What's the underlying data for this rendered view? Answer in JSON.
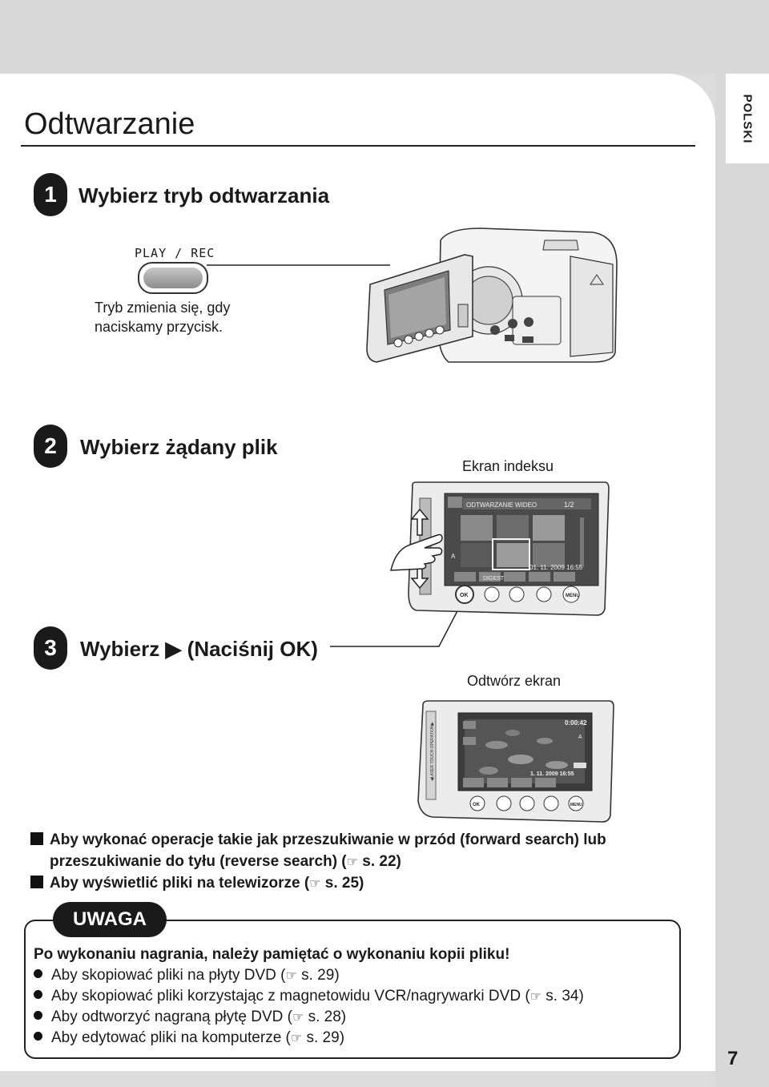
{
  "header": {
    "language_tab": "POLSKI",
    "page_number": "7"
  },
  "title": "Odtwarzanie",
  "step1": {
    "number": "1",
    "heading": "Wybierz tryb odtwarzania",
    "button_label": "PLAY / REC",
    "desc_line1": "Tryb zmienia się, gdy",
    "desc_line2": "naciskamy przycisk."
  },
  "step2": {
    "number": "2",
    "heading": "Wybierz żądany plik",
    "screen_caption": "Ekran indeksu",
    "screen": {
      "mode_label": "ODTWARZANIE WIDEO",
      "page_indicator": "1/2",
      "datetime": "01. 11. 2009  16:55",
      "digest_label": "DIGEST",
      "ok_label": "OK",
      "menu_label": "MENU",
      "a_label": "A"
    }
  },
  "step3": {
    "number": "3",
    "heading": "Wybierz ▶ (Naciśnij OK)",
    "screen_caption": "Odtwórz ekran",
    "screen": {
      "time": "0:00:42",
      "datetime": "1. 11. 2009  16:55",
      "side_label": "◀LASER TOUCH OPERATION▶",
      "ok_label": "OK",
      "menu_label": "MENU",
      "a_label": "A"
    }
  },
  "sections": {
    "line1": "Aby wykonać operacje takie jak przeszukiwanie w przód (forward search) lub",
    "line2_pre": "przeszukiwanie do tyłu (reverse search) (",
    "line2_post": " s. 22)",
    "line3_pre": "Aby wyświetlić pliki na telewizorze (",
    "line3_post": " s. 25)"
  },
  "note": {
    "badge": "UWAGA",
    "heading": "Po wykonaniu nagrania, należy pamiętać o wykonaniu kopii pliku!",
    "bullets": [
      {
        "pre": "Aby skopiować pliki na płyty DVD (",
        "post": " s. 29)"
      },
      {
        "pre": "Aby skopiować pliki korzystając z magnetowidu VCR/nagrywarki DVD (",
        "post": " s. 34)"
      },
      {
        "pre": "Aby odtworzyć nagraną płytę DVD (",
        "post": " s. 28)"
      },
      {
        "pre": "Aby edytować pliki na komputerze (",
        "post": " s. 29)"
      }
    ],
    "ref_icon": "pointing-hand-icon"
  }
}
